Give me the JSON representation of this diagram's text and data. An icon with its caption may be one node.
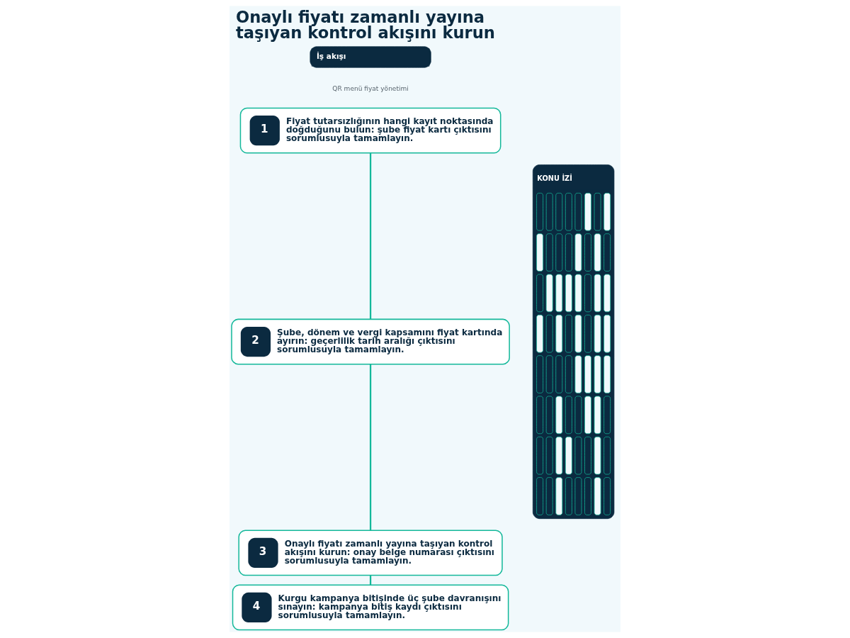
{
  "diagram": {
    "title": "Onaylı fiyatı zamanlı yayına taşıyan kontrol akışını kurun",
    "nodes": [
      {
        "text": [
          "1",
          "Fiyat tutarsızlığının hangi kayıt noktasında doğduğunu bulun: şube fiyat kartı çıktısını sorumlusuyla tamamlayın."
        ]
      },
      {
        "text": [
          "2",
          "Şube, dönem ve vergi kapsamını fiyat kartında ayırın: geçerlilik tarih aralığı çıktısını sorumlusuyla tamamlayın."
        ]
      },
      {
        "text": [
          "3",
          "Onaylı fiyatı zamanlı yayına taşıyan kontrol akışını kurun: onay belge numarası çıktısını sorumlusuyla tamamlayın."
        ]
      },
      {
        "text": [
          "4",
          "Kurgu kampanya bitişinde üç şube davranışını sınayın: kampanya bitiş kaydı çıktısını sorumlusuyla tamamlayın."
        ]
      }
    ],
    "edges": [
      {
        "from": 0,
        "to": 1,
        "arrow": "none"
      },
      {
        "from": 1,
        "to": 2,
        "arrow": "none"
      },
      {
        "from": 2,
        "to": 3,
        "arrow": "none"
      }
    ],
    "labels": [
      "İş akışı",
      "QR menü fiyat yönetimi",
      "KONU İZİ"
    ]
  }
}
